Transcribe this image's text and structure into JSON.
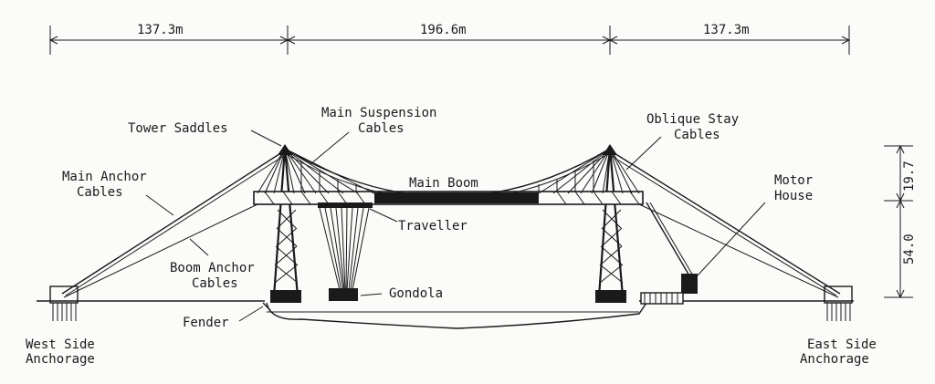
{
  "dimensions": {
    "west_span": "137.3m",
    "main_span": "196.6m",
    "east_span": "137.3m",
    "upper_height": "19.7",
    "lower_height": "54.0"
  },
  "labels": {
    "tower_saddles": "Tower Saddles",
    "main_suspension_1": "Main Suspension",
    "main_suspension_2": "Cables",
    "oblique_stay_1": "Oblique Stay",
    "oblique_stay_2": "Cables",
    "main_anchor_1": "Main Anchor",
    "main_anchor_2": "Cables",
    "main_boom": "Main Boom",
    "traveller": "Traveller",
    "motor_house_1": "Motor",
    "motor_house_2": "House",
    "boom_anchor_1": "Boom Anchor",
    "boom_anchor_2": "Cables",
    "gondola": "Gondola",
    "fender": "Fender",
    "west_anchorage_1": "West Side",
    "west_anchorage_2": "Anchorage",
    "east_anchorage_1": "East Side",
    "east_anchorage_2": "Anchorage"
  }
}
